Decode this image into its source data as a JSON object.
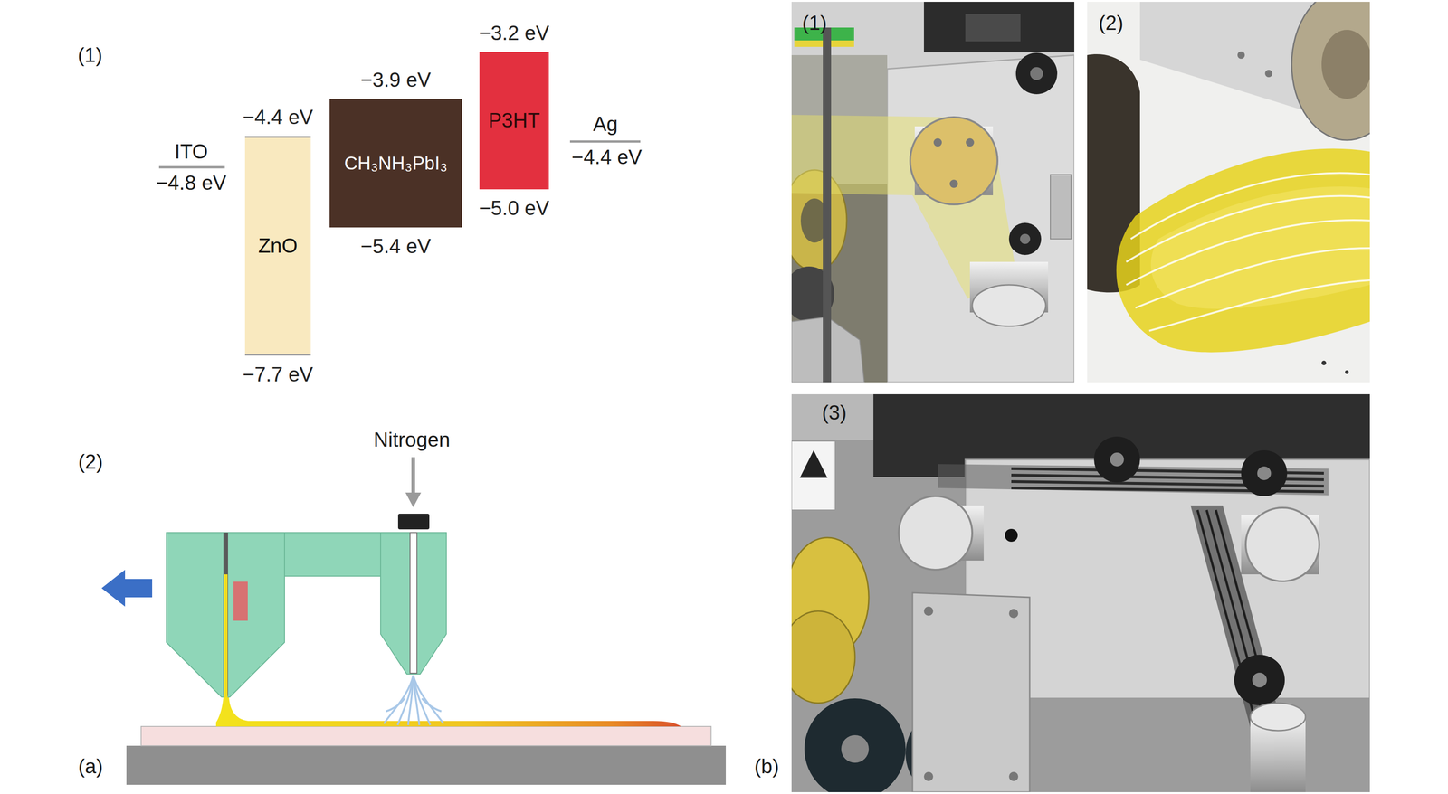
{
  "diagram": {
    "nodes": [
      {
        "text": [
          "−4.4 eV",
          "ZnO",
          "−7.7 eV"
        ]
      },
      {
        "text": [
          "−3.9 eV",
          "CH₃NH₃PbI₃",
          "−5.4 eV"
        ]
      },
      {
        "text": [
          "−3.2 eV",
          "P3HT",
          "−5.0 eV"
        ]
      }
    ],
    "labels": [
      "(1)",
      "ITO",
      "−4.8 eV",
      "Ag",
      "−4.4 eV",
      "(2)",
      "Nitrogen",
      "(a)",
      "(1)",
      "(2)",
      "(3)",
      "(b)"
    ]
  }
}
